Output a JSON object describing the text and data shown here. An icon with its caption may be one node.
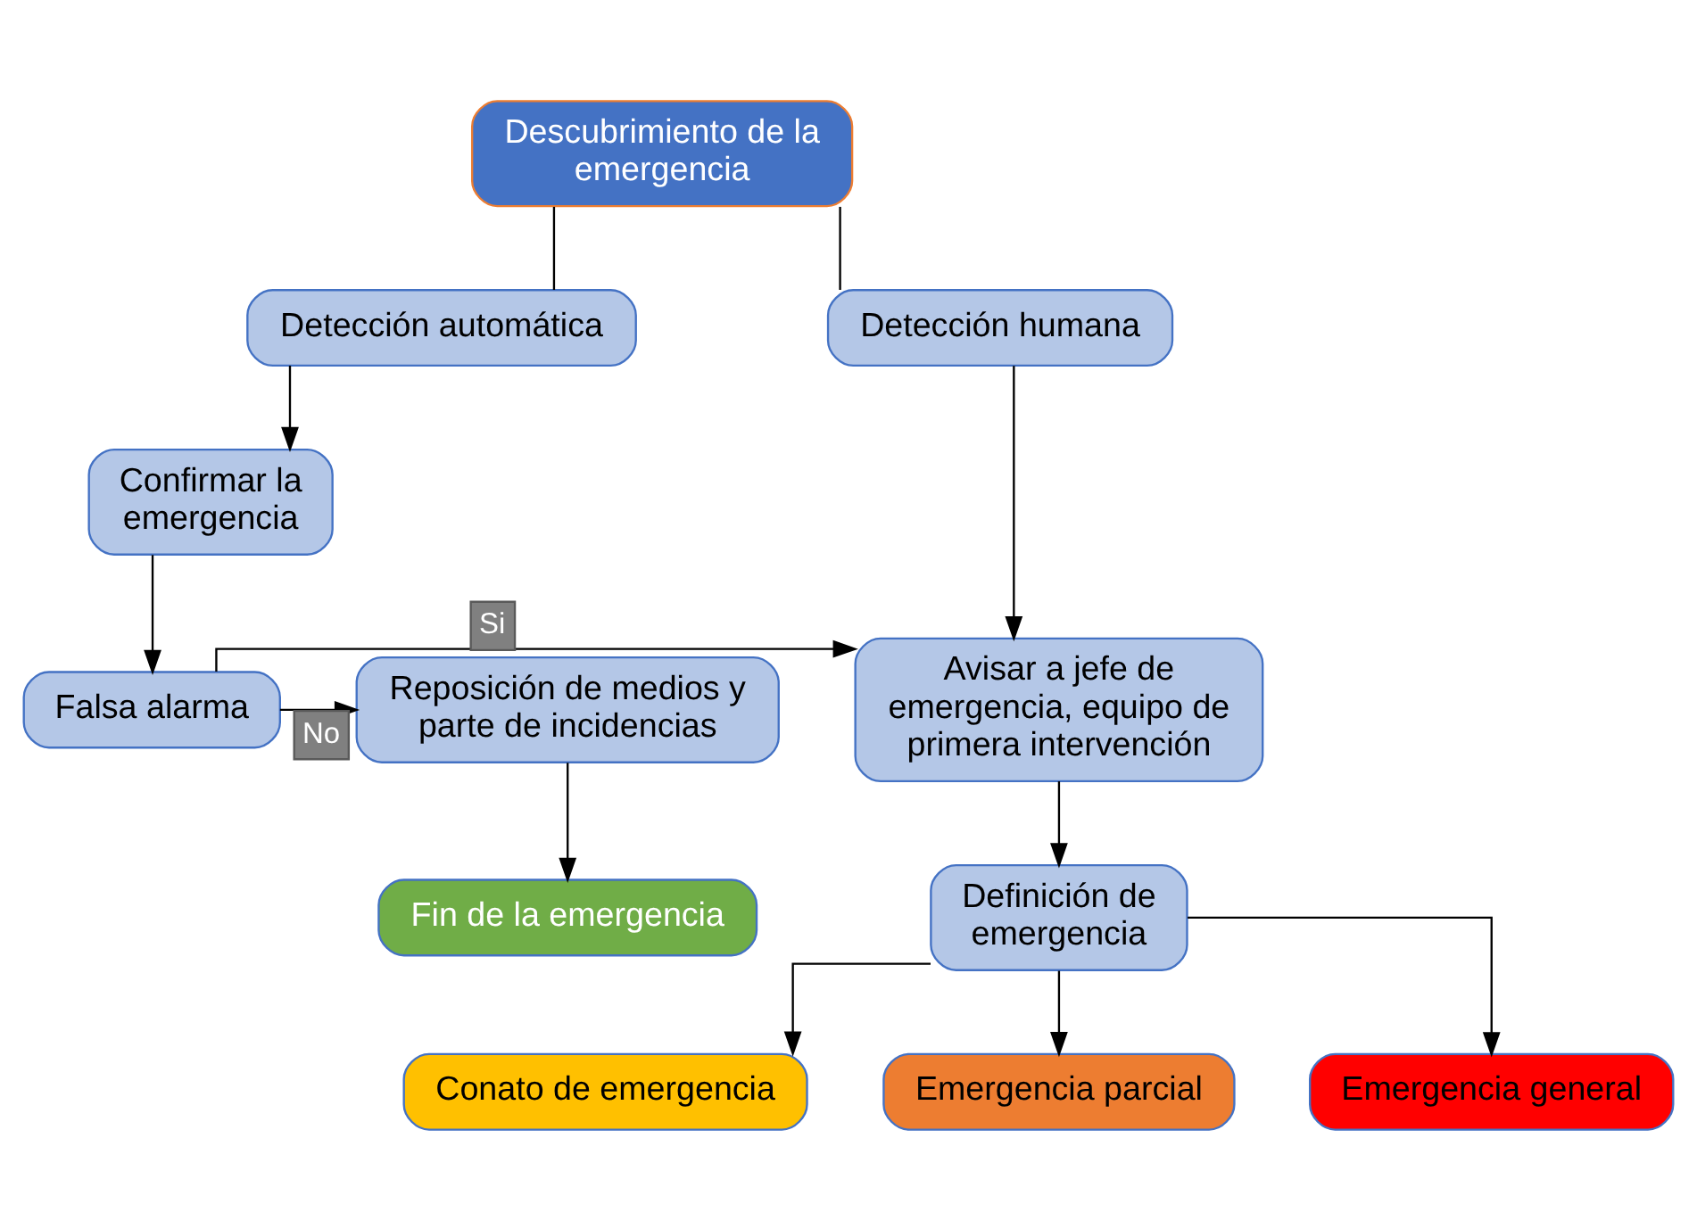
{
  "diagram": {
    "nodes": [
      {
        "text": [
          "Descubrimiento de la emergencia"
        ]
      },
      {
        "text": [
          "Detección humana"
        ]
      },
      {
        "text": [
          "Detección automática"
        ]
      },
      {
        "text": [
          "Confirmar la emergencia"
        ]
      },
      {
        "text": [
          "Avisar a jefe de emergencia, equipo de primera intervención"
        ]
      },
      {
        "text": [
          "Falsa alarma"
        ]
      },
      {
        "text": [
          "Reposición de medios y parte de incidencias"
        ]
      },
      {
        "text": [
          "Definición de emergencia"
        ]
      },
      {
        "text": [
          "Fin de la emergencia"
        ]
      },
      {
        "text": [
          "Conato de emergencia"
        ]
      },
      {
        "text": [
          "Emergencia parcial"
        ]
      },
      {
        "text": [
          "Emergencia general"
        ]
      }
    ],
    "edges": [
      {
        "from": 0,
        "to": 1,
        "arrow": "none"
      },
      {
        "from": 0,
        "to": 2,
        "arrow": "none"
      },
      {
        "from": 1,
        "to": 4,
        "arrow": "to"
      },
      {
        "from": 2,
        "to": 3,
        "arrow": "to"
      },
      {
        "from": 3,
        "to": 5,
        "arrow": "to"
      },
      {
        "from": 5,
        "to": 4,
        "arrow": "to",
        "label": "Si"
      },
      {
        "from": 5,
        "to": 6,
        "arrow": "to",
        "label": "No"
      },
      {
        "from": 6,
        "to": 8,
        "arrow": "to"
      },
      {
        "from": 4,
        "to": 7,
        "arrow": "to"
      },
      {
        "from": 7,
        "to": 9,
        "arrow": "to"
      },
      {
        "from": 7,
        "to": 10,
        "arrow": "to"
      },
      {
        "from": 7,
        "to": 11,
        "arrow": "to"
      }
    ]
  }
}
